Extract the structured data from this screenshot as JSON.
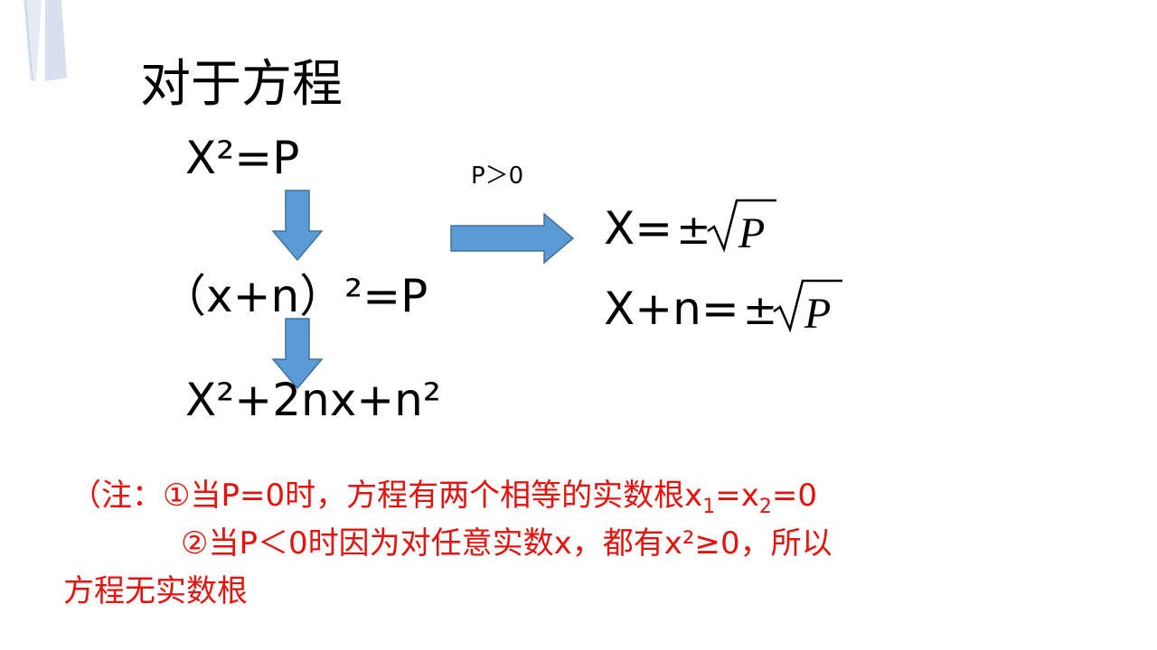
{
  "title": "对于方程",
  "equations": {
    "eq1": "X²=P",
    "eq2": "（x+n）²=P",
    "eq3": "X²+2nx+n²"
  },
  "condition": "P＞0",
  "results": {
    "r1_left": "X=",
    "r2_left": "X+n=",
    "pm_symbol": "±",
    "radicand": "P"
  },
  "note": {
    "line1_prefix": "（注：①当P=0时，方程有两个相等的实数根x",
    "line1_sub1": "1",
    "line1_mid": "=x",
    "line1_sub2": "2",
    "line1_suffix": "=0",
    "line2": "②当P＜0时因为对任意实数x，都有x²≥0，所以",
    "line3": "方程无实数根"
  },
  "colors": {
    "arrow_fill": "#5b9bd5",
    "arrow_stroke": "#41719c",
    "note_text": "#e8120c",
    "corner_accent": "#d9e2ef"
  },
  "icons": {
    "down_arrow_1": "down-arrow-icon",
    "down_arrow_2": "down-arrow-icon",
    "right_arrow": "right-arrow-icon"
  }
}
